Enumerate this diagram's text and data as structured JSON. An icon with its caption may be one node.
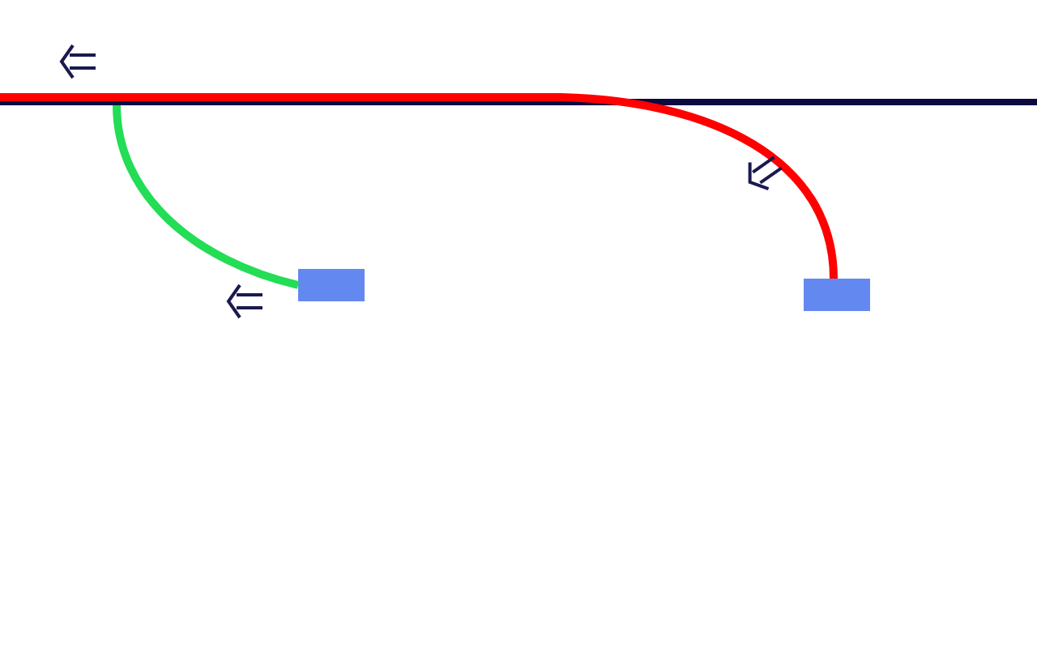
{
  "diagram": {
    "nodes": [
      {
        "text": [],
        "shape": "bar"
      },
      {
        "text": [],
        "shape": "box"
      },
      {
        "text": [],
        "shape": "box"
      }
    ],
    "edges": [
      {
        "from": 1,
        "to": 0,
        "arrow": "none",
        "color": "#22dd55"
      },
      {
        "from": 2,
        "to": 0,
        "arrow": "none",
        "color": "#ff0000"
      }
    ]
  }
}
